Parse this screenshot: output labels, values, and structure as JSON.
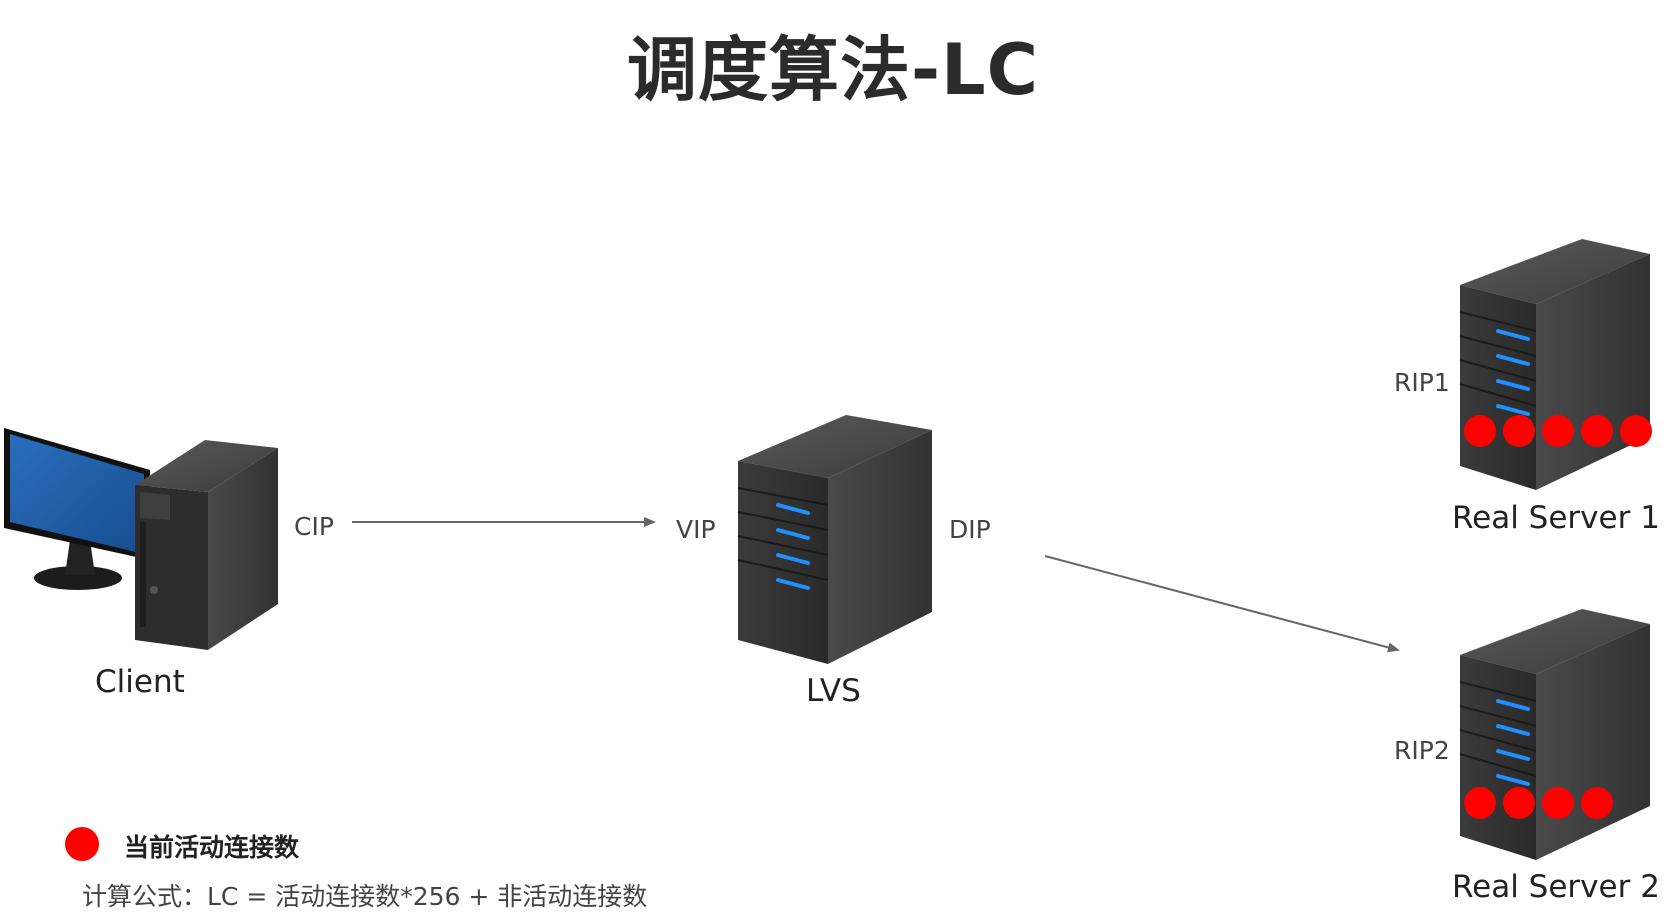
{
  "title": "调度算法-LC",
  "nodes": {
    "client": {
      "label": "Client",
      "interface": "CIP"
    },
    "lvs": {
      "label": "LVS",
      "vip": "VIP",
      "dip": "DIP"
    },
    "rs1": {
      "label": "Real Server 1",
      "interface": "RIP1",
      "active_connections": 5
    },
    "rs2": {
      "label": "Real Server 2",
      "interface": "RIP2",
      "active_connections": 4
    }
  },
  "legend": {
    "label": "当前活动连接数",
    "color": "#ff0000"
  },
  "formula": "计算公式：LC = 活动连接数*256 + 非活动连接数",
  "colors": {
    "server_dark": "#2e2e2e",
    "server_side": "#3a3a3a",
    "server_light": "#4a4a4a",
    "led_blue": "#1e90ff",
    "monitor_screen": "#1f5fa8",
    "arrow": "#666666"
  }
}
